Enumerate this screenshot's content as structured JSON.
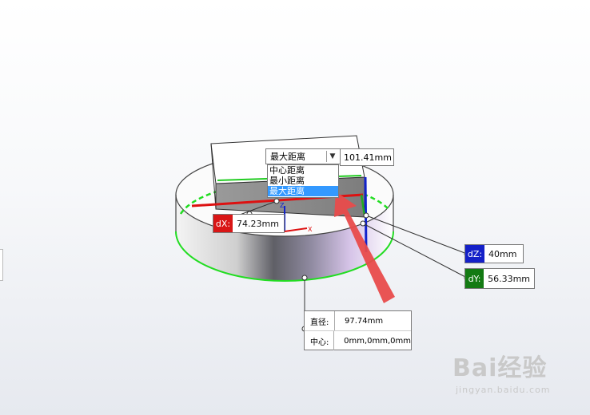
{
  "measure": {
    "distance_mode": "最大距离",
    "distance_value": "101.41mm",
    "options": [
      "中心距离",
      "最小距离",
      "最大距离"
    ],
    "selected_option_index": 2
  },
  "callouts": {
    "dx": {
      "tag": "dX:",
      "value": "74.23mm",
      "color": "#d91616"
    },
    "dz": {
      "tag": "dZ:",
      "value": "40mm",
      "color": "#1420c8"
    },
    "dy": {
      "tag": "dY:",
      "value": "56.33mm",
      "color": "#137a13"
    }
  },
  "circle_info": {
    "radius_label": "直径:",
    "radius_value": "97.74mm",
    "center_label": "中心:",
    "center_value": "0mm,0mm,0mm"
  },
  "triad": {
    "x_label": "X",
    "z_label": "Z"
  },
  "watermark": {
    "brand": "Bai经验",
    "url": "jingyan.baidu.com"
  },
  "colors": {
    "arrow": "#e84b4b",
    "measure_green": "#22dd22",
    "selection_blue": "#3399ff"
  }
}
